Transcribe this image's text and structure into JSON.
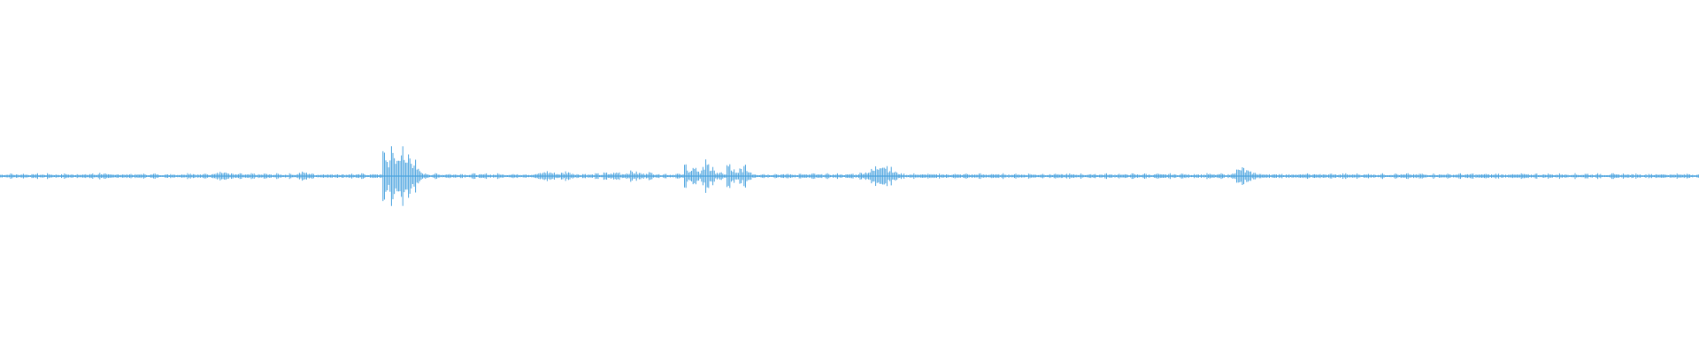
{
  "waveform": {
    "color": "#4aa3df",
    "background": "#ffffff",
    "amplitude_profile": [
      0.02,
      0.02,
      0.03,
      0.02,
      0.02,
      0.03,
      0.02,
      0.02,
      0.03,
      0.02,
      0.02,
      0.03,
      0.02,
      0.02,
      0.02,
      0.03,
      0.02,
      0.02,
      0.03,
      0.02,
      0.02,
      0.03,
      0.02,
      0.04,
      0.03,
      0.02,
      0.02,
      0.03,
      0.02,
      0.02,
      0.03,
      0.02,
      0.02,
      0.03,
      0.02,
      0.02,
      0.03,
      0.02,
      0.02,
      0.02,
      0.03,
      0.02,
      0.02,
      0.03,
      0.04,
      0.03,
      0.02,
      0.02,
      0.03,
      0.02,
      0.05,
      0.06,
      0.05,
      0.04,
      0.03,
      0.02,
      0.03,
      0.02,
      0.02,
      0.03,
      0.02,
      0.02,
      0.03,
      0.02,
      0.02,
      0.03,
      0.02,
      0.02,
      0.03,
      0.02,
      0.04,
      0.05,
      0.04,
      0.03,
      0.02,
      0.02,
      0.03,
      0.02,
      0.02,
      0.03,
      0.02,
      0.02,
      0.03,
      0.02,
      0.02,
      0.03,
      0.02,
      0.02,
      0.03,
      0.02,
      0.3,
      0.2,
      0.32,
      0.22,
      0.35,
      0.2,
      0.3,
      0.18,
      0.08,
      0.04,
      0.03,
      0.02,
      0.03,
      0.02,
      0.02,
      0.03,
      0.02,
      0.02,
      0.03,
      0.02,
      0.02,
      0.03,
      0.02,
      0.02,
      0.03,
      0.02,
      0.02,
      0.03,
      0.02,
      0.02,
      0.03,
      0.02,
      0.02,
      0.03,
      0.02,
      0.02,
      0.03,
      0.04,
      0.06,
      0.05,
      0.04,
      0.03,
      0.04,
      0.06,
      0.04,
      0.03,
      0.02,
      0.03,
      0.02,
      0.02,
      0.03,
      0.02,
      0.04,
      0.03,
      0.04,
      0.05,
      0.03,
      0.04,
      0.06,
      0.05,
      0.04,
      0.03,
      0.05,
      0.04,
      0.03,
      0.02,
      0.03,
      0.02,
      0.02,
      0.03,
      0.02,
      0.15,
      0.08,
      0.1,
      0.05,
      0.12,
      0.2,
      0.1,
      0.06,
      0.04,
      0.03,
      0.14,
      0.08,
      0.04,
      0.1,
      0.12,
      0.06,
      0.03,
      0.02,
      0.03,
      0.02,
      0.02,
      0.03,
      0.02,
      0.02,
      0.03,
      0.02,
      0.02,
      0.03,
      0.02,
      0.02,
      0.03,
      0.02,
      0.02,
      0.03,
      0.02,
      0.02,
      0.03,
      0.02,
      0.02,
      0.03,
      0.02,
      0.04,
      0.05,
      0.06,
      0.08,
      0.12,
      0.18,
      0.14,
      0.1,
      0.06,
      0.04,
      0.03,
      0.02,
      0.02,
      0.03,
      0.02,
      0.02,
      0.03,
      0.02,
      0.02,
      0.03,
      0.02,
      0.02,
      0.03,
      0.02,
      0.02,
      0.03,
      0.02,
      0.02,
      0.03,
      0.02,
      0.02,
      0.03,
      0.02,
      0.02,
      0.03,
      0.02,
      0.02,
      0.03,
      0.02,
      0.02,
      0.03,
      0.02,
      0.02,
      0.03,
      0.02,
      0.02,
      0.03,
      0.02,
      0.02,
      0.03,
      0.02,
      0.02,
      0.03,
      0.02,
      0.02,
      0.03,
      0.02,
      0.02,
      0.03,
      0.02,
      0.02,
      0.03,
      0.02,
      0.02,
      0.03,
      0.02,
      0.02,
      0.03,
      0.02,
      0.02,
      0.03,
      0.02,
      0.02,
      0.03,
      0.02,
      0.02,
      0.03,
      0.02,
      0.02,
      0.03,
      0.02,
      0.02,
      0.03,
      0.02,
      0.02,
      0.03,
      0.02,
      0.02,
      0.06,
      0.08,
      0.1,
      0.07,
      0.05,
      0.04,
      0.03,
      0.02,
      0.03,
      0.02,
      0.02,
      0.03,
      0.02,
      0.02,
      0.03,
      0.02,
      0.02,
      0.03,
      0.02,
      0.02,
      0.03,
      0.02,
      0.02,
      0.03,
      0.02,
      0.02,
      0.03,
      0.02,
      0.02,
      0.03,
      0.02,
      0.02,
      0.03,
      0.02,
      0.02,
      0.03,
      0.02,
      0.02,
      0.03,
      0.02,
      0.02,
      0.03,
      0.02,
      0.02,
      0.03,
      0.02,
      0.02,
      0.03,
      0.02,
      0.02,
      0.03,
      0.02,
      0.02,
      0.03,
      0.02,
      0.02,
      0.03,
      0.02,
      0.02,
      0.03,
      0.02,
      0.02,
      0.03,
      0.02,
      0.02,
      0.03,
      0.02,
      0.02,
      0.03,
      0.02,
      0.02,
      0.03,
      0.02,
      0.02,
      0.03,
      0.02,
      0.02,
      0.03,
      0.02,
      0.02,
      0.03,
      0.02,
      0.02,
      0.03,
      0.02,
      0.02,
      0.03,
      0.02,
      0.02,
      0.03,
      0.02,
      0.02,
      0.03,
      0.02,
      0.02,
      0.03,
      0.02,
      0.02,
      0.03,
      0.02,
      0.02,
      0.03,
      0.02,
      0.02,
      0.03,
      0.02,
      0.02,
      0.03,
      0.02,
      0.02
    ]
  }
}
